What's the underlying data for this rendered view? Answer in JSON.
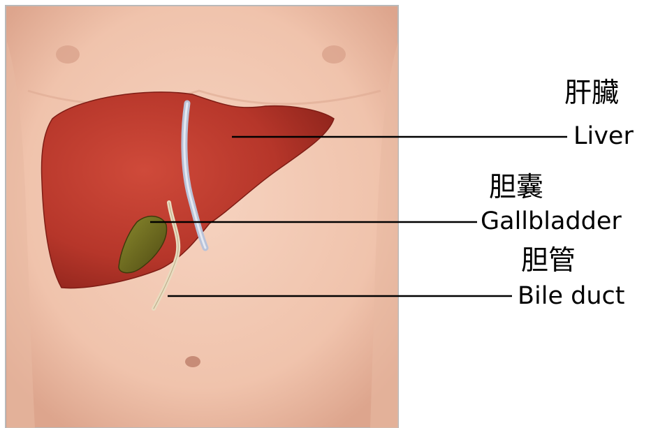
{
  "labels": {
    "liver": {
      "zh": "肝臟",
      "en": "Liver"
    },
    "gallbladder": {
      "zh": "胆囊",
      "en": "Gallbladder"
    },
    "bile_duct": {
      "zh": "胆管",
      "en": "Bile duct"
    }
  },
  "colors": {
    "background": "#ffffff",
    "skin": "#f2c7b1",
    "skin_shadow": "#e3ad96",
    "liver": "#b8372b",
    "liver_dark": "#8e2119",
    "gallbladder": "#6f6b1e",
    "bile_duct": "#e9dcc0",
    "vessel": "#b9c2d8",
    "leader_line": "#000000",
    "frame": "#b9b9b9"
  }
}
